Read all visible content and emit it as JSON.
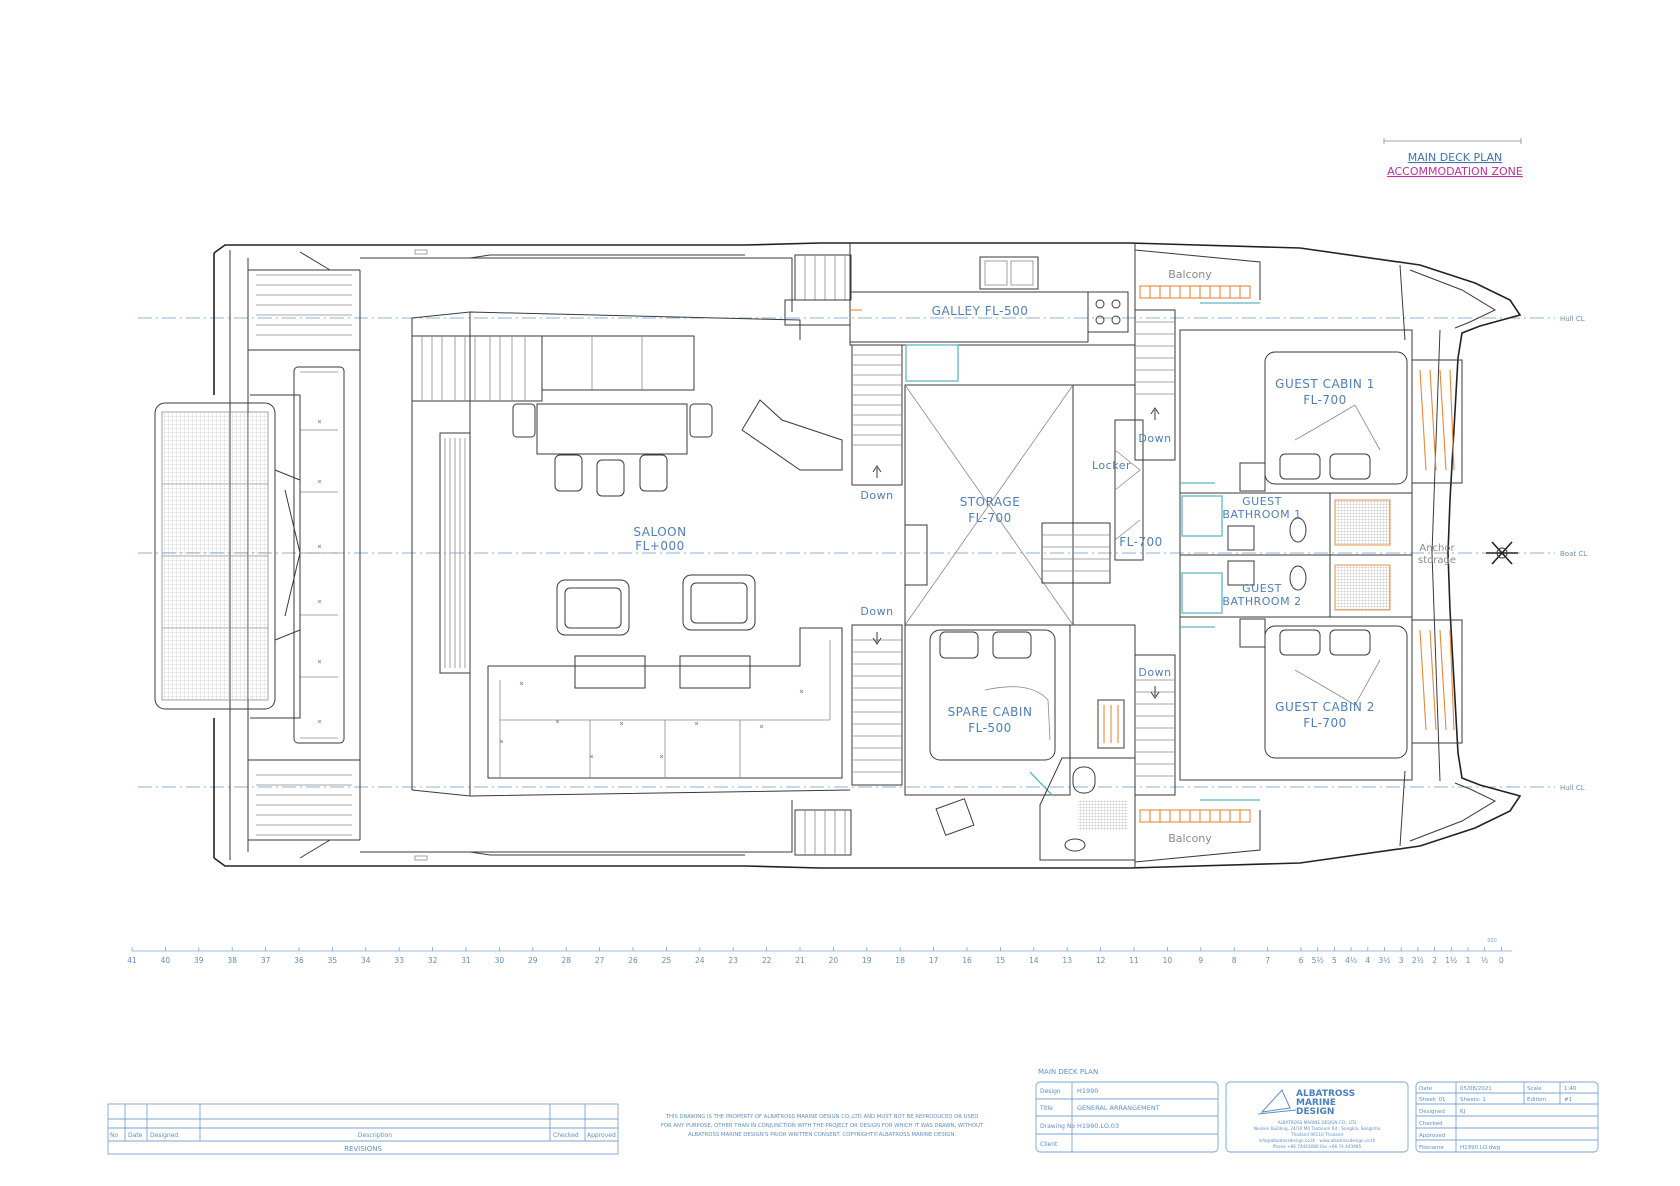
{
  "header": {
    "line1": "MAIN DECK PLAN",
    "line2": "ACCOMMODATION ZONE",
    "line1_color": "#3f72ae",
    "line2_color": "#c0309a"
  },
  "rooms": {
    "galley_name": "GALLEY FL-500",
    "balcony_top": "Balcony",
    "balcony_bottom": "Balcony",
    "guest_cabin_1_name": "GUEST CABIN 1",
    "guest_cabin_1_level": "FL-700",
    "guest_cabin_2_name": "GUEST CABIN 2",
    "guest_cabin_2_level": "FL-700",
    "saloon_name": "SALOON",
    "saloon_level": "FL+000",
    "storage_name": "STORAGE",
    "storage_level": "FL-700",
    "spare_cabin_name": "SPARE CABIN",
    "spare_cabin_level": "FL-500",
    "guest_bathroom_1_a": "GUEST",
    "guest_bathroom_1_b": "BATHROOM 1",
    "guest_bathroom_2_a": "GUEST",
    "guest_bathroom_2_b": "BATHROOM 2",
    "locker": "Locker",
    "corridor_level": "FL-700",
    "anchor_a": "Anchor",
    "anchor_b": "storage",
    "down_1": "Down",
    "down_2": "Down",
    "down_3": "Down",
    "down_4": "Down",
    "hull_cl_top": "Hull CL",
    "boat_cl": "Boat CL",
    "hull_cl_bottom": "Hull CL"
  },
  "scale_bar": {
    "numbers": [
      "41",
      "40",
      "39",
      "38",
      "37",
      "36",
      "35",
      "34",
      "33",
      "32",
      "31",
      "30",
      "29",
      "28",
      "27",
      "26",
      "25",
      "24",
      "23",
      "22",
      "21",
      "20",
      "19",
      "18",
      "17",
      "16",
      "15",
      "14",
      "13",
      "12",
      "11",
      "10",
      "9",
      "8",
      "7",
      "6",
      "5½",
      "5",
      "4½",
      "4",
      "3½",
      "3",
      "2½",
      "2",
      "1½",
      "1",
      "½",
      "0"
    ],
    "unit_note": "500"
  },
  "revisions": {
    "headers": [
      "No",
      "Date",
      "Designed",
      "Description",
      "Checked",
      "Approved"
    ],
    "footer": "REVISIONS"
  },
  "disclaimer": {
    "line1": "THIS DRAWING IS THE PROPERTY OF ALBATROSS MARINE DESIGN CO.,LTD AND MUST NOT BE REPRODUCED OR USED",
    "line2": "FOR ANY PURPOSE, OTHER THAN IN CONJUNCTION WITH THE PROJECT OR DESIGN FOR WHICH IT WAS DRAWN, WITHOUT",
    "line3": "ALBATROSS MARINE DESIGN'S PRIOR WRITTEN CONSENT. COPYRIGHT©ALBATROSS MARINE DESIGN."
  },
  "title_block": {
    "heading": "MAIN DECK PLAN",
    "rows": [
      {
        "label": "Design",
        "value": "H1990"
      },
      {
        "label": "Title",
        "value": "GENERAL ARRANGEMENT"
      },
      {
        "label": "Drawing No",
        "value": "H1990.LO.03"
      },
      {
        "label": "Client",
        "value": ""
      }
    ]
  },
  "company": {
    "name1": "ALBATROSS",
    "name2": "MARINE",
    "name3": "DESIGN",
    "legal": "ALBATROSS MARINE DESIGN CO., LTD",
    "address1": "Neilsen Building, 24/10 M4 Taatieum Rd., Songkla, Songkhla",
    "address2": "Thailand 90110 Thailand",
    "contact1": "info@albatrossdesign.co.th · www.albatrossdesign.co.th",
    "contact2": "Phone +66 74443080  Fax +66 74 443985"
  },
  "info_block": {
    "rows": [
      {
        "k1": "Date",
        "v1": "05/08/2021",
        "k2": "Scale",
        "v2": "1:40"
      },
      {
        "k1": "Sheet: 01",
        "v1": "Sheets: 1",
        "k2": "Edition",
        "v2": "#1"
      },
      {
        "k1": "Designed",
        "v1": "KJ",
        "k2": "",
        "v2": ""
      },
      {
        "k1": "Checked",
        "v1": "",
        "k2": "",
        "v2": ""
      },
      {
        "k1": "Approved",
        "v1": "",
        "k2": "",
        "v2": ""
      },
      {
        "k1": "Filename",
        "v1": "H1990.LO.dwg",
        "k2": "",
        "v2": ""
      }
    ]
  }
}
